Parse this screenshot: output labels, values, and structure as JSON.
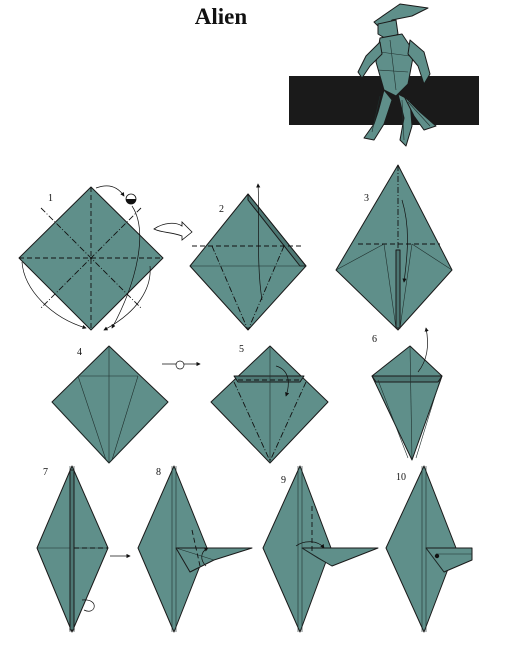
{
  "title": "Alien",
  "colors": {
    "paper": "#5f8f8a",
    "paper_dark": "#4d7773",
    "stand": "#1a1a1a"
  },
  "steps": [
    "1",
    "2",
    "3",
    "4",
    "5",
    "6",
    "7",
    "8",
    "9",
    "10"
  ],
  "icons": [
    "turn-over-icon",
    "flip-arrow-icon",
    "rotate-icon"
  ]
}
